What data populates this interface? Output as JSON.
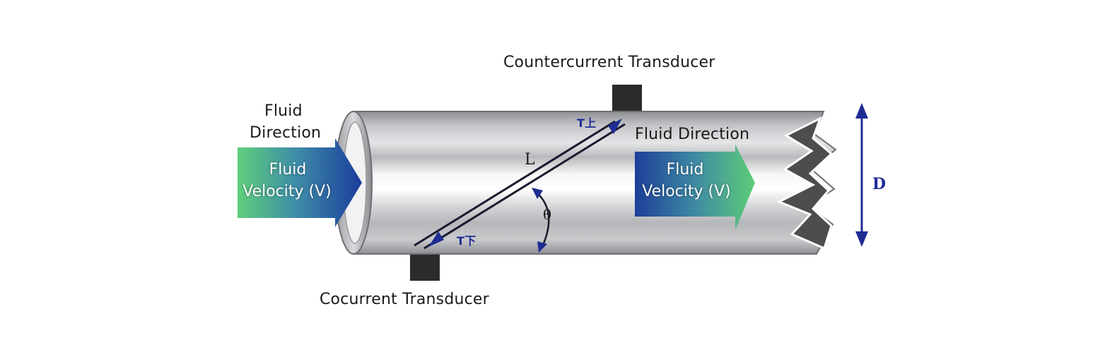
{
  "labels": {
    "countercurrent_transducer": "Countercurrent Transducer",
    "cocurrent_transducer": "Cocurrent Transducer",
    "fluid_direction_left": [
      "Fluid",
      "Direction"
    ],
    "fluid_direction_right": "Fluid Direction",
    "velocity_left": [
      "Fluid",
      "Velocity (V)"
    ],
    "velocity_right": [
      "Fluid",
      "Velocity (V)"
    ],
    "path_length": "L",
    "angle": "θ",
    "diameter": "D",
    "time_upstream": "T上",
    "time_downstream": "T下"
  },
  "colors": {
    "pipe": "#c9cacc",
    "pipe_dark": "#9c9da1",
    "path_line": "#1a1a2e",
    "arrow_blue": "#1f3f9a",
    "arrow_green": "#59c777",
    "diameter_arrow": "#1f2d93",
    "transducer": "#2b2b2b"
  },
  "icons": {
    "left_arrow": "gradient-right-arrow-icon",
    "right_arrow": "gradient-right-arrow-icon",
    "diameter": "double-headed-vertical-arrow-icon",
    "angle": "curved-double-arrow-icon"
  }
}
